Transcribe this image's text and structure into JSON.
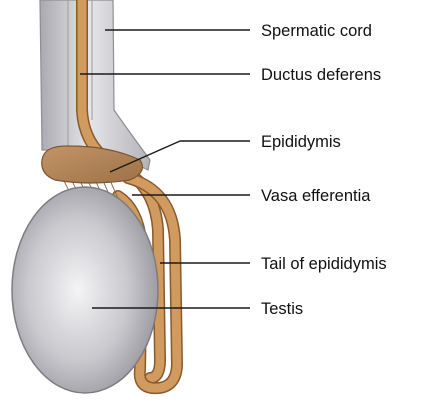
{
  "labels": {
    "spermatic_cord": "Spermatic cord",
    "ductus_deferens": "Ductus deferens",
    "epididymis": "Epididymis",
    "vasa_efferentia": "Vasa efferentia",
    "tail_of_epididymis": "Tail of epididymis",
    "testis": "Testis"
  },
  "colors": {
    "cord": "#c9c9cd",
    "cord_outline": "#8e8e94",
    "duct": "#d19a5e",
    "duct_outline": "#8a5a2c",
    "epididymis": "#b98a5c",
    "testis_light": "#f2f2f4",
    "testis_dark": "#8f8f95",
    "leader": "#1a1a1a"
  }
}
